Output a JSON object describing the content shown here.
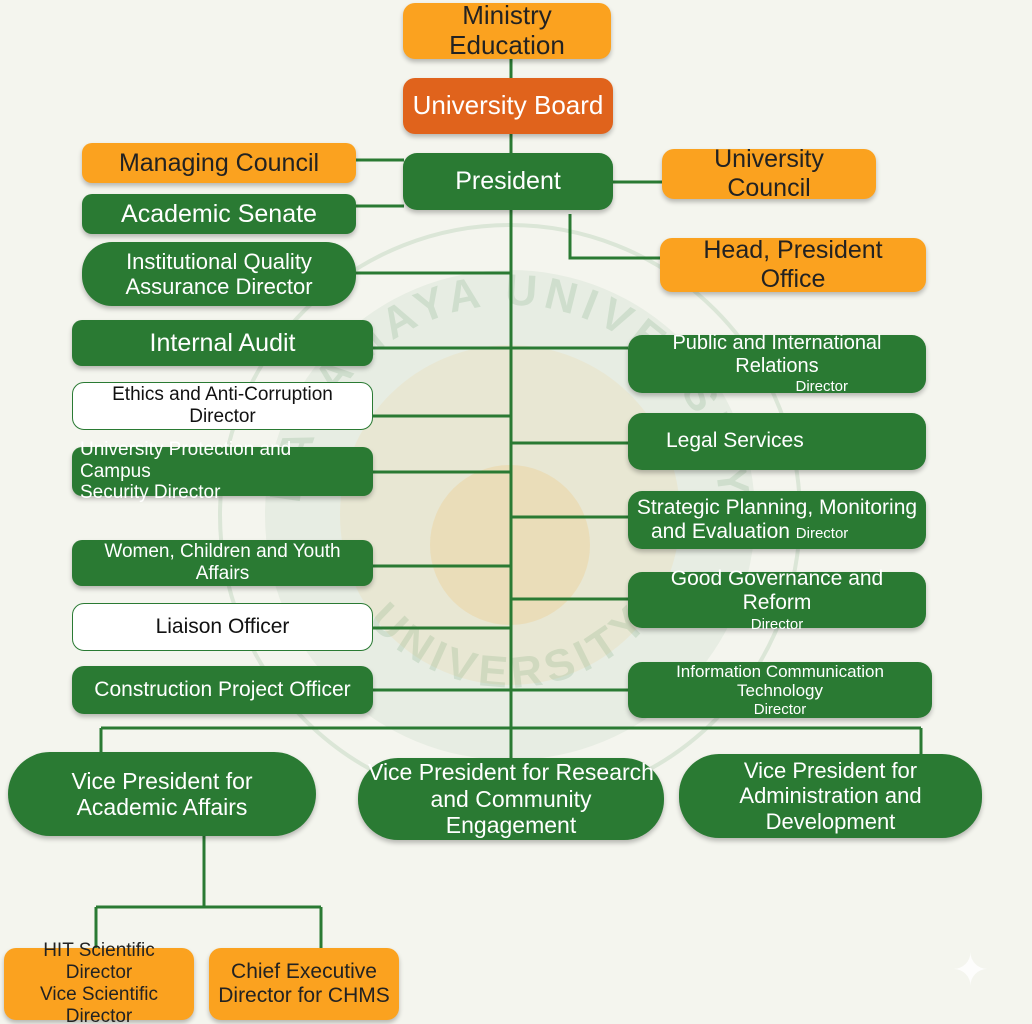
{
  "chart": {
    "ministry": "Ministry Education",
    "board": "University Board",
    "president": "President",
    "managing_council": "Managing Council",
    "university_council": "University Council",
    "academic_senate": "Academic Senate",
    "head_president_office": "Head, President Office",
    "iqa_line1": "Institutional Quality",
    "iqa_line2": "Assurance Director",
    "internal_audit": "Internal Audit",
    "ethics": "Ethics and Anti-Corruption Director",
    "protection_line1": "University Protection and Campus",
    "protection_line2": "Security Director",
    "women": "Women, Children and Youth Affairs",
    "liaison": "Liaison Officer",
    "construction": "Construction Project Officer",
    "public_relations": "Public and International Relations",
    "public_relations_sub": "Director",
    "legal": "Legal Services",
    "strategic_line1": "Strategic Planning, Monitoring",
    "strategic_line2": "and Evaluation",
    "strategic_sub": "Director",
    "governance": "Good Governance and Reform",
    "governance_sub": "Director",
    "ict": "Information Communication Technology",
    "ict_sub": "Director",
    "vp_academic_line1": "Vice President for",
    "vp_academic_line2": "Academic Affairs",
    "vp_research_line1": "Vice President for Research",
    "vp_research_line2": "and Community Engagement",
    "vp_admin_line1": "Vice President for",
    "vp_admin_line2": "Administration and Development",
    "hit_line1": "HIT Scientific Director",
    "hit_line2": "Vice Scientific Director",
    "chms_line1": "Chief Executive",
    "chms_line2": "Director for CHMS"
  },
  "watermark": {
    "top_text": "HARAMAYA UNIVERSITY",
    "bottom_text": "UNIVERSITY"
  },
  "colors": {
    "green": "#2a7a33",
    "orange": "#fba21f",
    "dark_orange": "#e0631c",
    "background": "#f4f5ee"
  }
}
